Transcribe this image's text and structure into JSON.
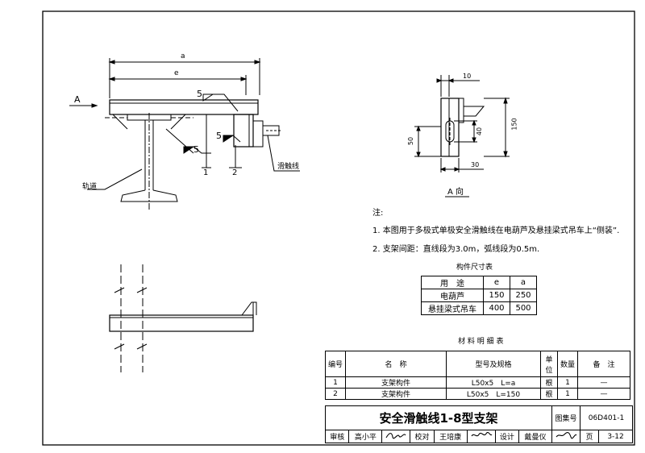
{
  "drawing_labels": {
    "dim_a": "a",
    "dim_e": "e",
    "view_arrow": "A",
    "weld_top": "5",
    "weld_lower": "5",
    "weld_right": "5",
    "part_1": "1",
    "part_2": "2",
    "rail": "轨道",
    "contact_line": "滑触线",
    "dim_10": "10",
    "dim_150": "150",
    "dim_40": "40",
    "dim_50": "50",
    "dim_30": "30",
    "view_a_title": "A 向"
  },
  "notes": {
    "heading": "注:",
    "items": [
      "1. 本图用于多极式单极安全滑触线在电葫芦及悬挂梁式吊车上“侧装”.",
      "2. 支架间距：直线段为3.0m，弧线段为0.5m."
    ]
  },
  "dimension_table": {
    "title": "构件尺寸表",
    "headers": [
      "用　途",
      "e",
      "a"
    ],
    "rows": [
      [
        "电葫芦",
        "150",
        "250"
      ],
      [
        "悬挂梁式吊车",
        "400",
        "500"
      ]
    ]
  },
  "material_table": {
    "title": "材 料 明 细 表",
    "headers": [
      "编号",
      "名　称",
      "型号及规格",
      "单位",
      "数量",
      "备　注"
    ],
    "rows": [
      [
        "1",
        "支架构件",
        "L50x5　L=a",
        "根",
        "1",
        "—"
      ],
      [
        "2",
        "支架构件",
        "L50x5　L=150",
        "根",
        "1",
        "—"
      ]
    ]
  },
  "title_block": {
    "drawing_title": "安全滑触线1-8型支架",
    "atlas_label": "图集号",
    "atlas_no": "06D401-1",
    "review_label": "审核",
    "reviewer": "高小平",
    "check_label": "校对",
    "checker": "王培康",
    "design_label": "设计",
    "designer": "戴曼仪",
    "page_label": "页",
    "page_no": "3-12"
  }
}
